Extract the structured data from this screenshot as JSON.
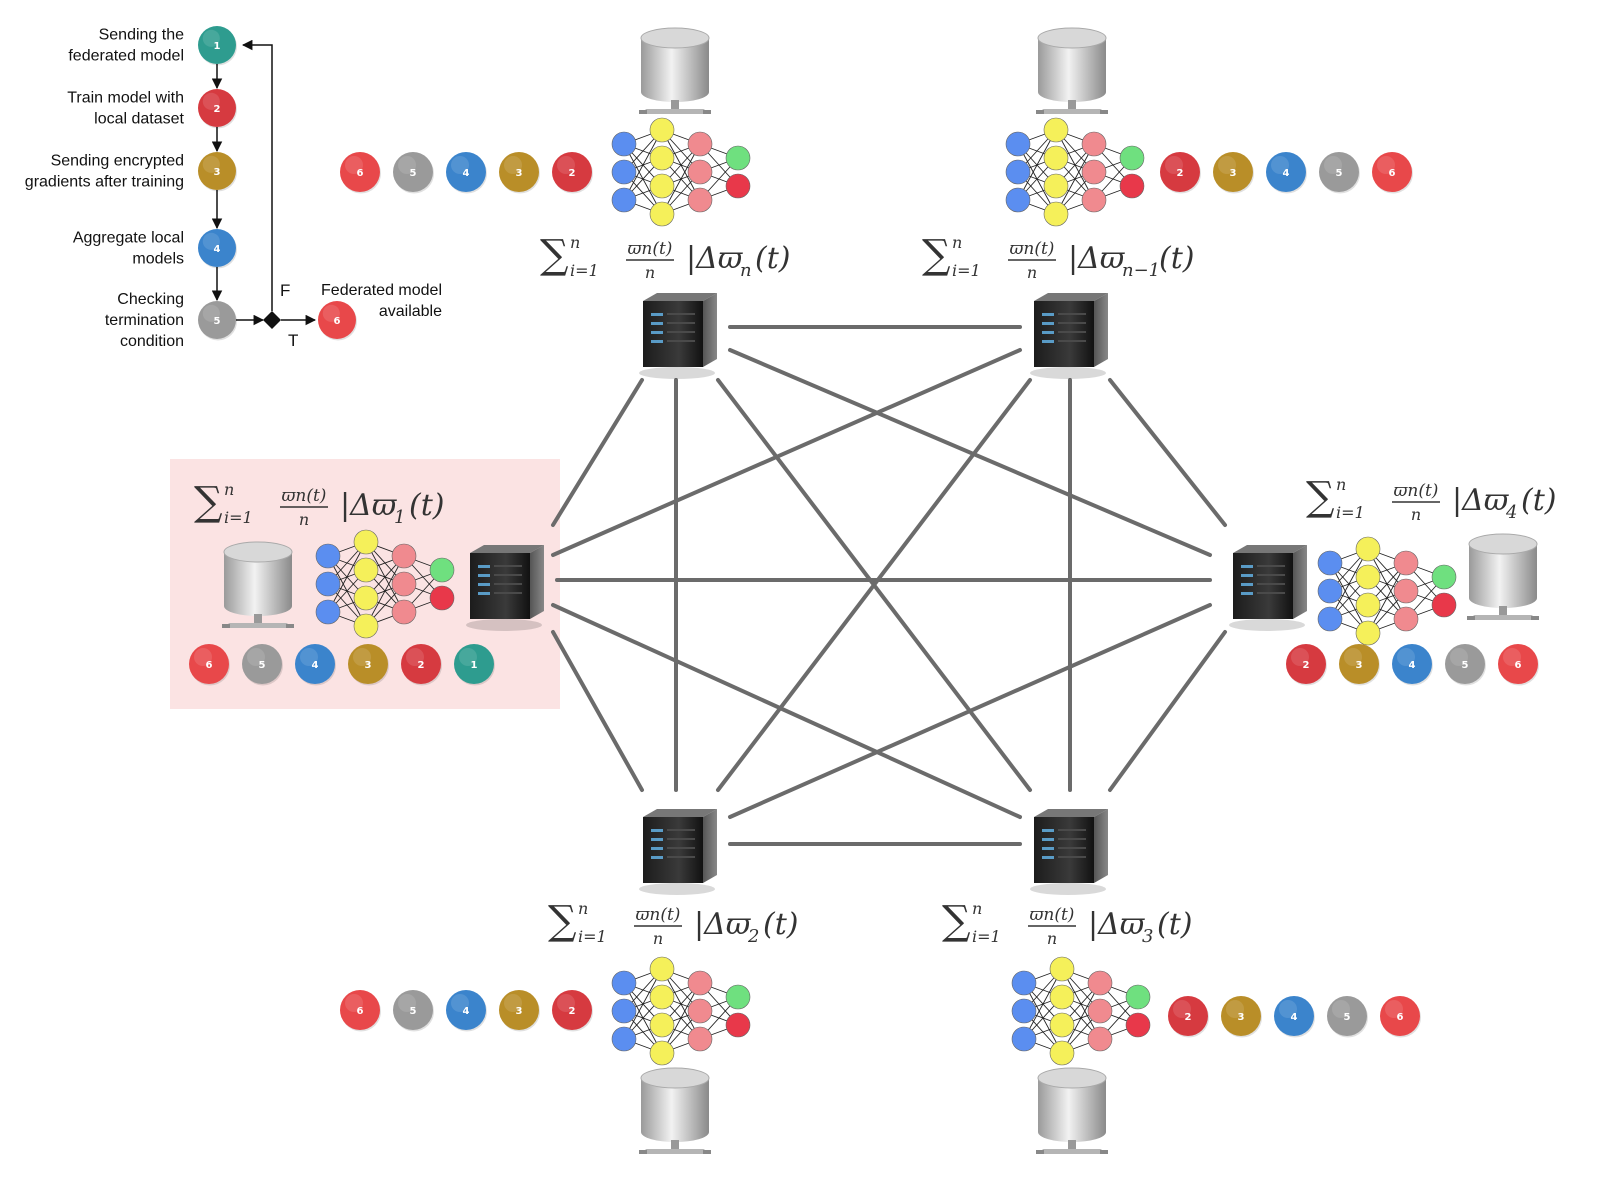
{
  "colors": {
    "step1": "#2e9c8f",
    "step2": "#d63a40",
    "step3": "#b98e28",
    "step4": "#3b84cc",
    "step5": "#9a9a9a",
    "step6": "#e8484a",
    "highlight": "#fbe3e3",
    "link": "#6b6b6b"
  },
  "legend": {
    "steps": [
      {
        "num": "1",
        "lines": [
          "Sending the",
          "federated model"
        ]
      },
      {
        "num": "2",
        "lines": [
          "Train model with",
          "local dataset"
        ]
      },
      {
        "num": "3",
        "lines": [
          "Sending encrypted",
          "gradients after training"
        ]
      },
      {
        "num": "4",
        "lines": [
          "Aggregate local",
          "models"
        ]
      },
      {
        "num": "5",
        "lines": [
          "Checking",
          "termination",
          "condition"
        ]
      },
      {
        "num": "6",
        "lines": [
          "Federated model",
          "available"
        ]
      }
    ],
    "branch_false": "F",
    "branch_true": "T"
  },
  "formula": {
    "sum": "∑",
    "sup": "n",
    "sub": "i=1",
    "frac_num": "ϖn(t)",
    "frac_den": "n",
    "delta": "|Δϖ",
    "tail": "(t)"
  },
  "nodes": [
    {
      "id": "n",
      "index": "n"
    },
    {
      "id": "n-1",
      "index": "n−1"
    },
    {
      "id": "1",
      "index": "1"
    },
    {
      "id": "4",
      "index": "4"
    },
    {
      "id": "2",
      "index": "2"
    },
    {
      "id": "3",
      "index": "3"
    }
  ],
  "icons": {
    "server": "server-tower-icon",
    "database": "database-icon",
    "network": "neural-network-icon",
    "diamond": "decision-diamond-icon"
  }
}
